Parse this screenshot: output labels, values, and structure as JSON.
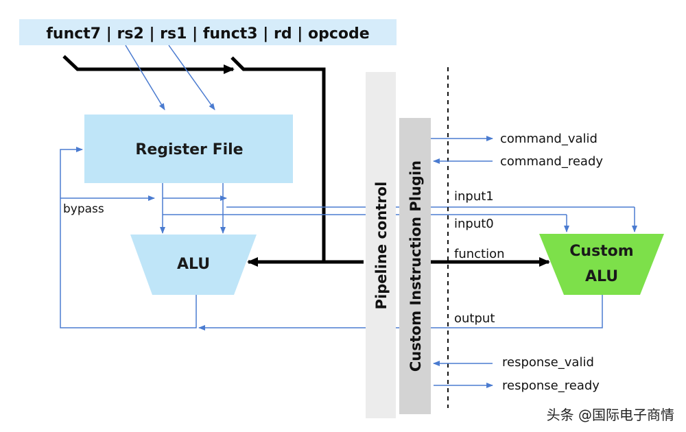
{
  "instruction_format": {
    "fields": [
      "funct7",
      "rs2",
      "rs1",
      "funct3",
      "rd",
      "opcode"
    ],
    "separator": "|",
    "background_color": "#d6ecfa"
  },
  "blocks": {
    "register_file": {
      "label": "Register File",
      "fill": "#bfe5f8"
    },
    "alu": {
      "label": "ALU",
      "fill": "#bfe5f8"
    },
    "pipeline_control": {
      "label": "Pipeline control",
      "fill": "#ececec"
    },
    "custom_instruction_plugin": {
      "label": "Custom Instruction Plugin",
      "fill": "#d3d3d3"
    },
    "custom_alu": {
      "line1": "Custom",
      "line2": "ALU",
      "fill": "#7de04a"
    }
  },
  "signals": {
    "bypass": "bypass",
    "command_valid": "command_valid",
    "command_ready": "command_ready",
    "input1": "input1",
    "input0": "input0",
    "function": "function",
    "output": "output",
    "response_valid": "response_valid",
    "response_ready": "response_ready"
  },
  "watermark": "头条 @国际电子商情",
  "colors": {
    "thin_arrow": "#4a7bd0",
    "thick_arrow": "#000000",
    "text": "#111111"
  }
}
